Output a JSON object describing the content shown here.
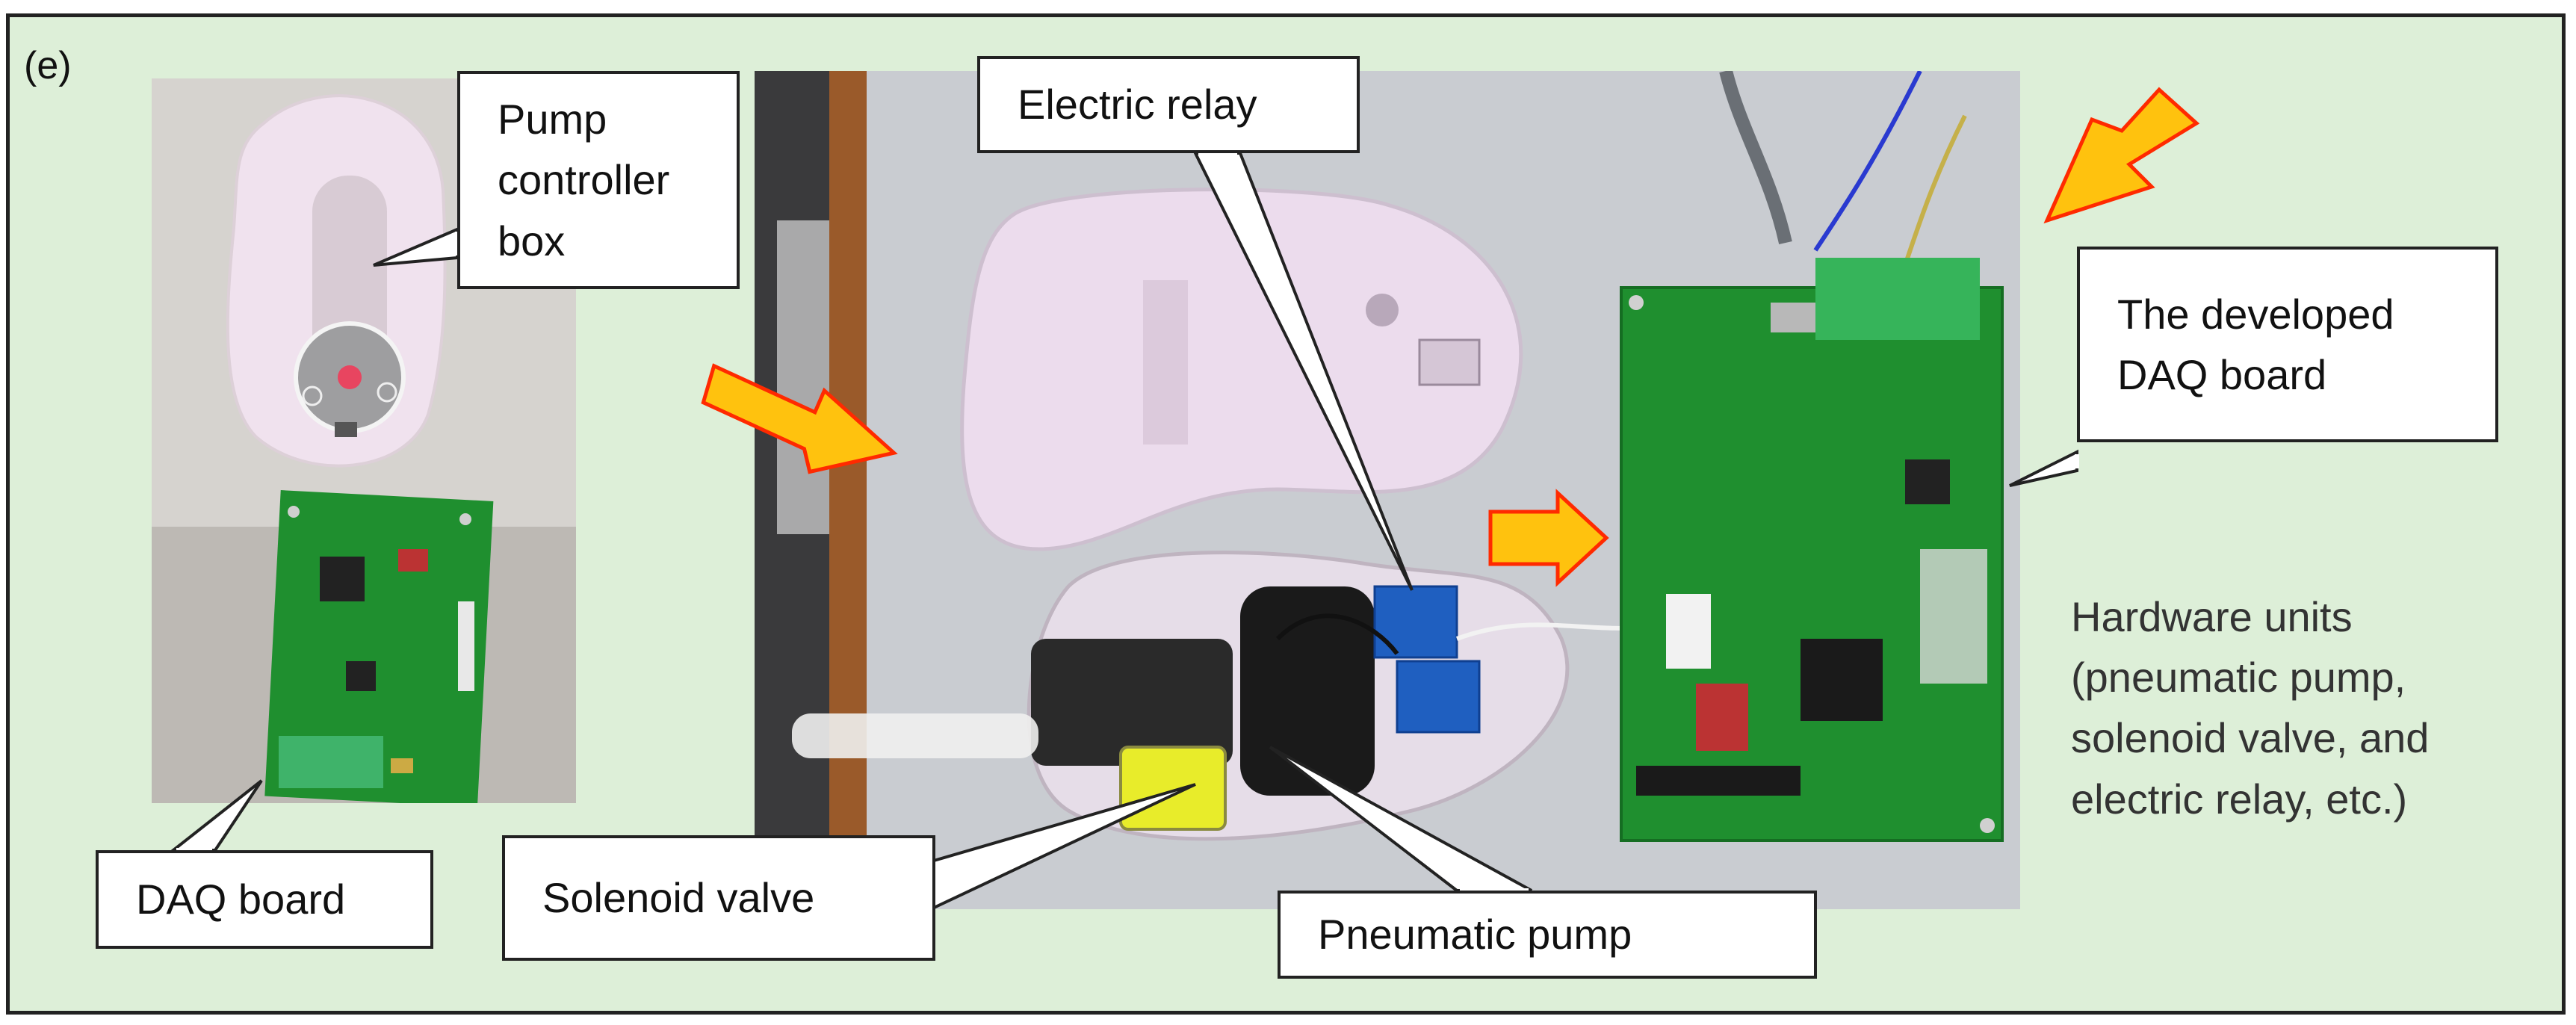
{
  "figure": {
    "panel_label": "(e)",
    "callouts": {
      "pump_controller_box": "Pump\ncontroller\nbox",
      "daq_board_small": "DAQ board",
      "electric_relay": "Electric relay",
      "developed_daq_board": "The developed\nDAQ board",
      "solenoid_valve": "Solenoid valve",
      "pneumatic_pump": "Pneumatic pump"
    },
    "side_note": "Hardware units\n(pneumatic pump,\nsolenoid valve, and\nelectric relay, etc.)"
  },
  "colors": {
    "frame_background": "#ddefd8",
    "arrow_fill": "#ffc20e",
    "arrow_outline": "#ff2a00",
    "pcb_green": "#1f8f2f",
    "relay_blue": "#1f5fc0",
    "valve_yellow": "#e8ec2a"
  }
}
